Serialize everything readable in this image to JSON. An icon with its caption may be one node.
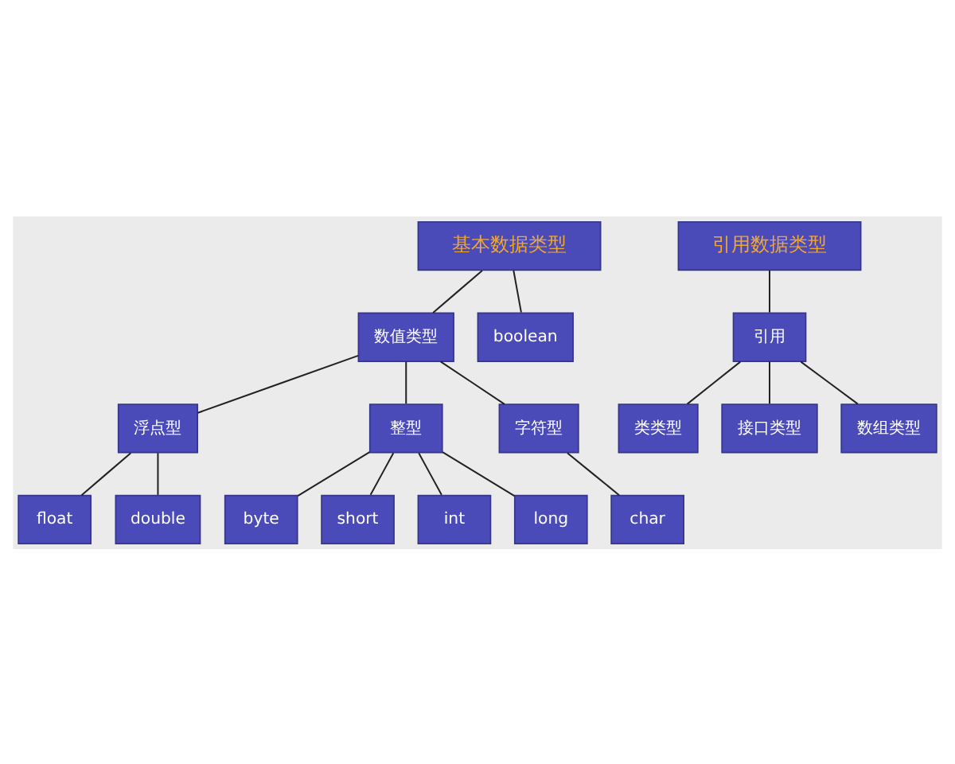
{
  "diagram": {
    "nodes": [
      {
        "text": [
          "基本数据类型"
        ]
      },
      {
        "text": [
          "数值类型"
        ]
      },
      {
        "text": [
          "boolean"
        ]
      },
      {
        "text": [
          "浮点型"
        ]
      },
      {
        "text": [
          "整型"
        ]
      },
      {
        "text": [
          "字符型"
        ]
      },
      {
        "text": [
          "float"
        ]
      },
      {
        "text": [
          "double"
        ]
      },
      {
        "text": [
          "byte"
        ]
      },
      {
        "text": [
          "short"
        ]
      },
      {
        "text": [
          "int"
        ]
      },
      {
        "text": [
          "long"
        ]
      },
      {
        "text": [
          "char"
        ]
      },
      {
        "text": [
          "引用数据类型"
        ]
      },
      {
        "text": [
          "引用"
        ]
      },
      {
        "text": [
          "类类型"
        ]
      },
      {
        "text": [
          "接口类型"
        ]
      },
      {
        "text": [
          "数组类型"
        ]
      }
    ],
    "edges": [
      {
        "from": 0,
        "to": 1,
        "arrow": "none"
      },
      {
        "from": 0,
        "to": 2,
        "arrow": "none"
      },
      {
        "from": 1,
        "to": 3,
        "arrow": "none"
      },
      {
        "from": 1,
        "to": 4,
        "arrow": "none"
      },
      {
        "from": 1,
        "to": 5,
        "arrow": "none"
      },
      {
        "from": 3,
        "to": 6,
        "arrow": "none"
      },
      {
        "from": 3,
        "to": 7,
        "arrow": "none"
      },
      {
        "from": 4,
        "to": 8,
        "arrow": "none"
      },
      {
        "from": 4,
        "to": 9,
        "arrow": "none"
      },
      {
        "from": 4,
        "to": 10,
        "arrow": "none"
      },
      {
        "from": 4,
        "to": 11,
        "arrow": "none"
      },
      {
        "from": 5,
        "to": 12,
        "arrow": "none"
      },
      {
        "from": 13,
        "to": 14,
        "arrow": "none"
      },
      {
        "from": 14,
        "to": 15,
        "arrow": "none"
      },
      {
        "from": 14,
        "to": 16,
        "arrow": "none"
      },
      {
        "from": 14,
        "to": 17,
        "arrow": "none"
      }
    ]
  }
}
